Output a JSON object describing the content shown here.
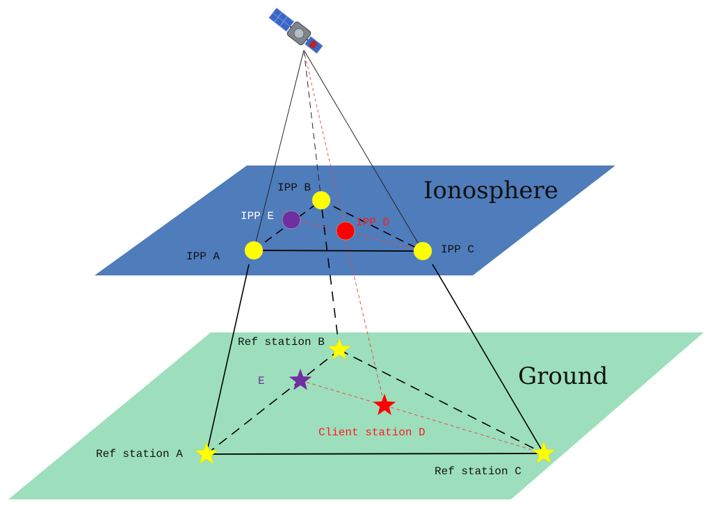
{
  "layers": {
    "ionosphere": {
      "label": "Ionosphere",
      "color": "#4f7cba"
    },
    "ground": {
      "label": "Ground",
      "color": "#9ddfbc"
    }
  },
  "ipp": {
    "a": {
      "label": "IPP A",
      "color": "#ffff00"
    },
    "b": {
      "label": "IPP B",
      "color": "#ffff00"
    },
    "c": {
      "label": "IPP C",
      "color": "#ffff00"
    },
    "d": {
      "label": "IPP D",
      "color": "#ff0000"
    },
    "e": {
      "label": "IPP E",
      "color": "#6f2fa0"
    }
  },
  "stations": {
    "a": {
      "label": "Ref station A",
      "color": "#ffff00"
    },
    "b": {
      "label": "Ref station B",
      "color": "#ffff00"
    },
    "c": {
      "label": "Ref station C",
      "color": "#ffff00"
    },
    "d": {
      "label": "Client station D",
      "color": "#ff0000"
    },
    "e": {
      "label": "E",
      "color": "#6f2fa0"
    }
  },
  "satellite": {
    "icon": "satellite-icon"
  }
}
